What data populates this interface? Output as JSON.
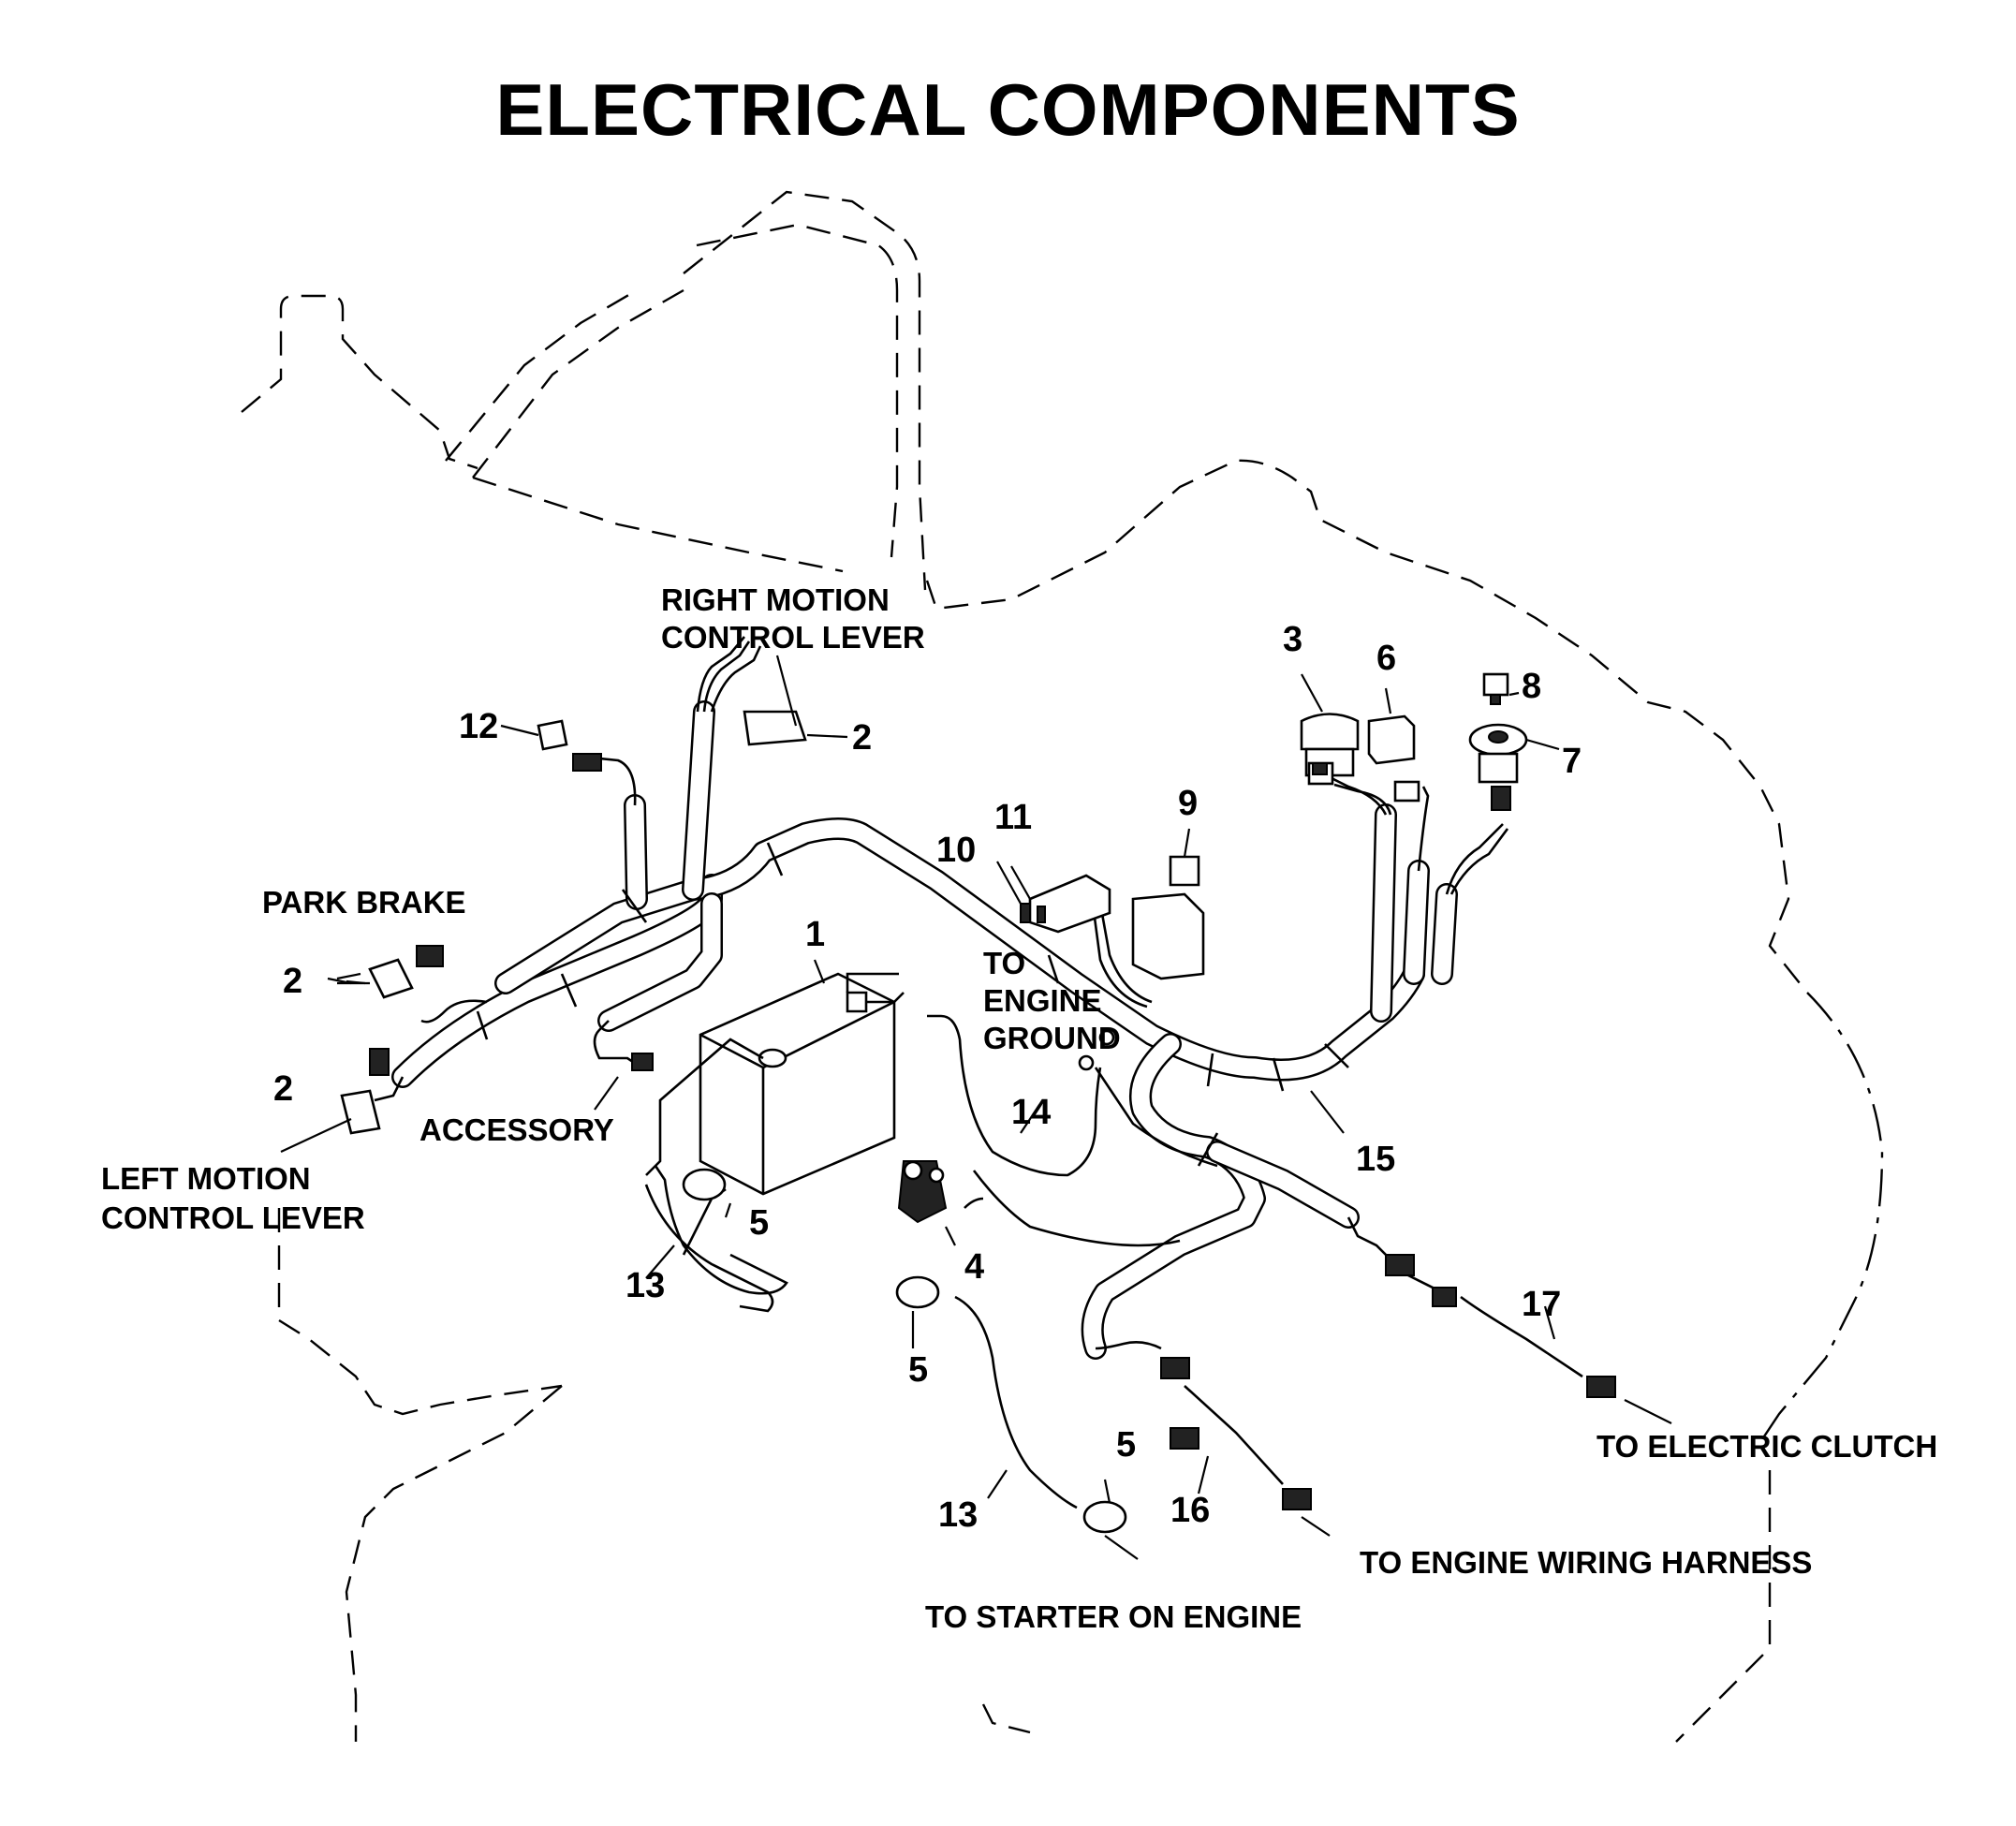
{
  "title": "ELECTRICAL COMPONENTS",
  "labels": {
    "right_motion_1": "RIGHT MOTION",
    "right_motion_2": "CONTROL LEVER",
    "park_brake": "PARK BRAKE",
    "left_motion_1": "LEFT MOTION",
    "left_motion_2": "CONTROL LEVER",
    "accessory": "ACCESSORY",
    "engine_ground_1": "TO",
    "engine_ground_2": "ENGINE",
    "engine_ground_3": "GROUND",
    "electric_clutch": "TO ELECTRIC CLUTCH",
    "engine_wiring": "TO ENGINE WIRING HARNESS",
    "starter": "TO STARTER ON ENGINE"
  },
  "callouts": {
    "c1": "1",
    "c2_right": "2",
    "c2_park": "2",
    "c2_left": "2",
    "c3": "3",
    "c4": "4",
    "c5_a": "5",
    "c5_b": "5",
    "c5_c": "5",
    "c6": "6",
    "c7": "7",
    "c8": "8",
    "c9": "9",
    "c10": "10",
    "c11": "11",
    "c12": "12",
    "c13_a": "13",
    "c13_b": "13",
    "c14": "14",
    "c15": "15",
    "c16": "16",
    "c17": "17"
  },
  "colors": {
    "ink": "#000000",
    "paper": "#ffffff"
  }
}
